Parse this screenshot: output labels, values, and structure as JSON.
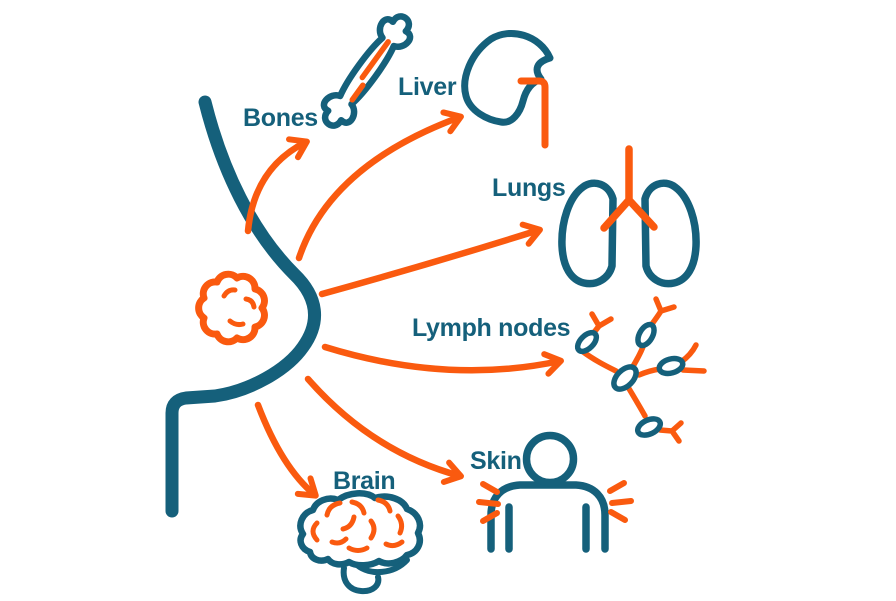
{
  "diagram": {
    "source": {
      "icon": "breast-outline-icon",
      "tumor_icon": "tumor-icon"
    },
    "targets": [
      {
        "label": "Bones",
        "icon": "bone-icon"
      },
      {
        "label": "Liver",
        "icon": "liver-icon"
      },
      {
        "label": "Lungs",
        "icon": "lungs-icon"
      },
      {
        "label": "Lymph nodes",
        "icon": "lymph-nodes-icon"
      },
      {
        "label": "Skin",
        "icon": "person-icon"
      },
      {
        "label": "Brain",
        "icon": "brain-icon"
      }
    ],
    "arrows": [
      {
        "from": "breast",
        "to": "Bones"
      },
      {
        "from": "breast",
        "to": "Liver"
      },
      {
        "from": "breast",
        "to": "Lungs"
      },
      {
        "from": "breast",
        "to": "Lymph nodes"
      },
      {
        "from": "breast",
        "to": "Skin"
      },
      {
        "from": "breast",
        "to": "Brain"
      }
    ],
    "colors": {
      "outline_teal": "#15607b",
      "highlight_orange": "#fa5a0f",
      "background": "#ffffff"
    }
  }
}
